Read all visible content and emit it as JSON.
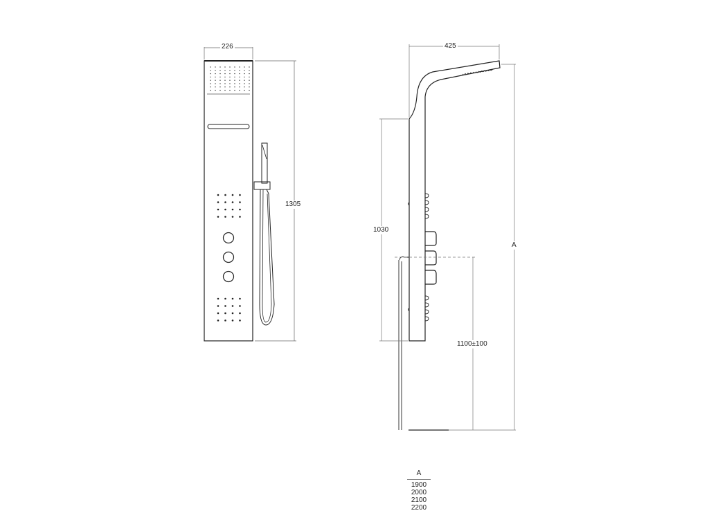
{
  "drawing": {
    "front_view": {
      "width_label": "226",
      "height_label": "1305"
    },
    "side_view": {
      "depth_label": "425",
      "panel_height_label": "1030",
      "inlet_height_label": "1100±100",
      "total_height_label": "A"
    },
    "table": {
      "header": "A",
      "rows": [
        "1900",
        "2000",
        "2100",
        "2200"
      ]
    }
  },
  "colors": {
    "line": "#222222",
    "dim_line": "#888888"
  }
}
